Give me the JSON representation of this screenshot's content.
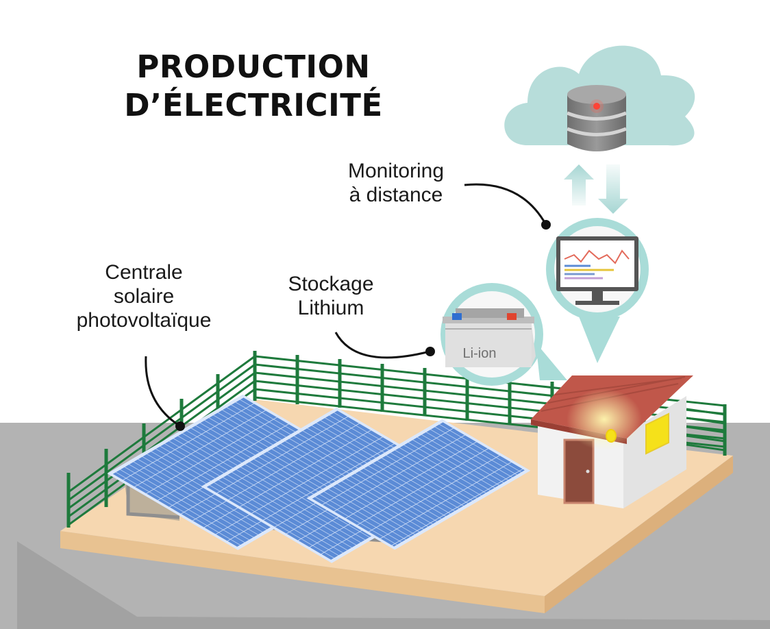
{
  "title": {
    "line1": "PRODUCTION",
    "line2": "D’ÉLECTRICITÉ"
  },
  "labels": {
    "solar": [
      "Centrale",
      "solaire",
      "photovoltaïque"
    ],
    "storage": [
      "Stockage",
      "Lithium"
    ],
    "monitoring": [
      "Monitoring",
      "à distance"
    ]
  },
  "battery": {
    "text": "Li-ion"
  },
  "colors": {
    "ground": "#b3b3b3",
    "platform": "#f6d7b0",
    "panel": "#5b8bd6",
    "fence": "#1e7a3c",
    "roof": "#c0574a",
    "cloud": "#b7ddda",
    "bubble": "#a9dcd8",
    "window_light": "#f5e11a"
  }
}
